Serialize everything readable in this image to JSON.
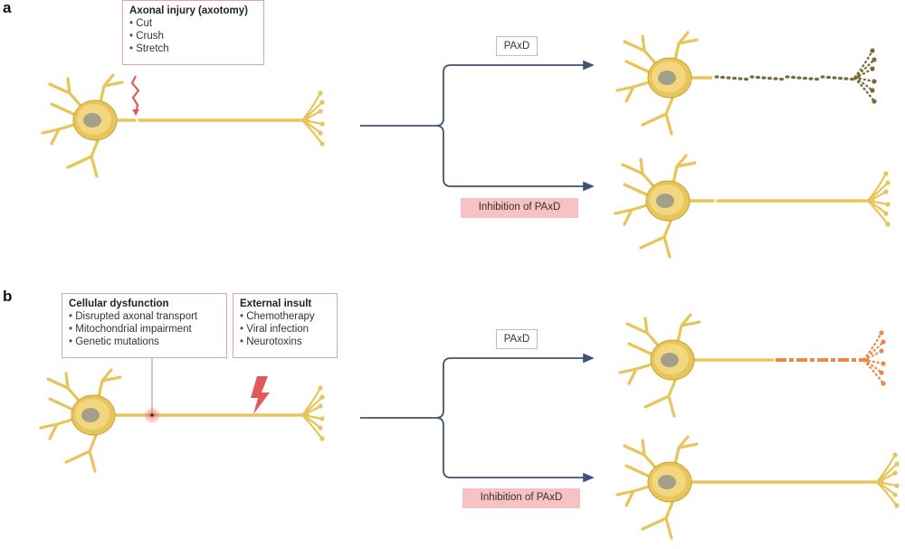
{
  "panels": {
    "a": {
      "label": "a",
      "injury_box": {
        "title": "Axonal injury (axotomy)",
        "items": [
          "Cut",
          "Crush",
          "Stretch"
        ]
      },
      "outcome_top": "PAxD",
      "outcome_bottom": "Inhibition of PAxD"
    },
    "b": {
      "label": "b",
      "dysfunction_box": {
        "title": "Cellular dysfunction",
        "items": [
          "Disrupted axonal transport",
          "Mitochondrial impairment",
          "Genetic mutations"
        ]
      },
      "insult_box": {
        "title": "External insult",
        "items": [
          "Chemotherapy",
          "Viral infection",
          "Neurotoxins"
        ]
      },
      "outcome_top": "PAxD",
      "outcome_bottom": "Inhibition of PAxD"
    }
  },
  "colors": {
    "neuron": "#e8c55a",
    "neuron_outline": "#c9a235",
    "nucleus": "#a39f8a",
    "arrow": "#3d5478",
    "degenerated_a": "#7a6a3a",
    "degenerated_b": "#e8894a",
    "injury": "#e05a5a",
    "box_border": "#e5a3a8",
    "inhibition_fill": "#f6c2c2"
  }
}
